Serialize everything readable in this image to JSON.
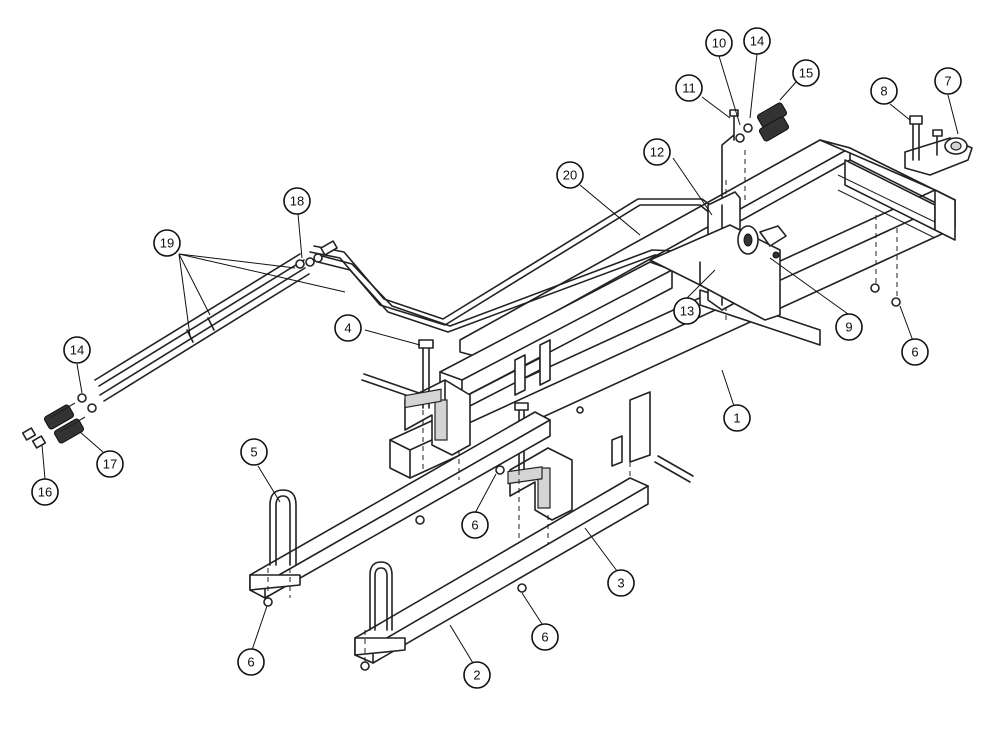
{
  "callouts": [
    {
      "id": "c1",
      "label": "1"
    },
    {
      "id": "c2",
      "label": "2"
    },
    {
      "id": "c3",
      "label": "3"
    },
    {
      "id": "c4",
      "label": "4"
    },
    {
      "id": "c5",
      "label": "5"
    },
    {
      "id": "c6a",
      "label": "6"
    },
    {
      "id": "c6b",
      "label": "6"
    },
    {
      "id": "c6c",
      "label": "6"
    },
    {
      "id": "c6d",
      "label": "6"
    },
    {
      "id": "c7",
      "label": "7"
    },
    {
      "id": "c8",
      "label": "8"
    },
    {
      "id": "c9",
      "label": "9"
    },
    {
      "id": "c10",
      "label": "10"
    },
    {
      "id": "c11",
      "label": "11"
    },
    {
      "id": "c12",
      "label": "12"
    },
    {
      "id": "c13",
      "label": "13"
    },
    {
      "id": "c14a",
      "label": "14"
    },
    {
      "id": "c14b",
      "label": "14"
    },
    {
      "id": "c15",
      "label": "15"
    },
    {
      "id": "c16",
      "label": "16"
    },
    {
      "id": "c17",
      "label": "17"
    },
    {
      "id": "c18",
      "label": "18"
    },
    {
      "id": "c19",
      "label": "19"
    },
    {
      "id": "c20",
      "label": "20"
    }
  ]
}
